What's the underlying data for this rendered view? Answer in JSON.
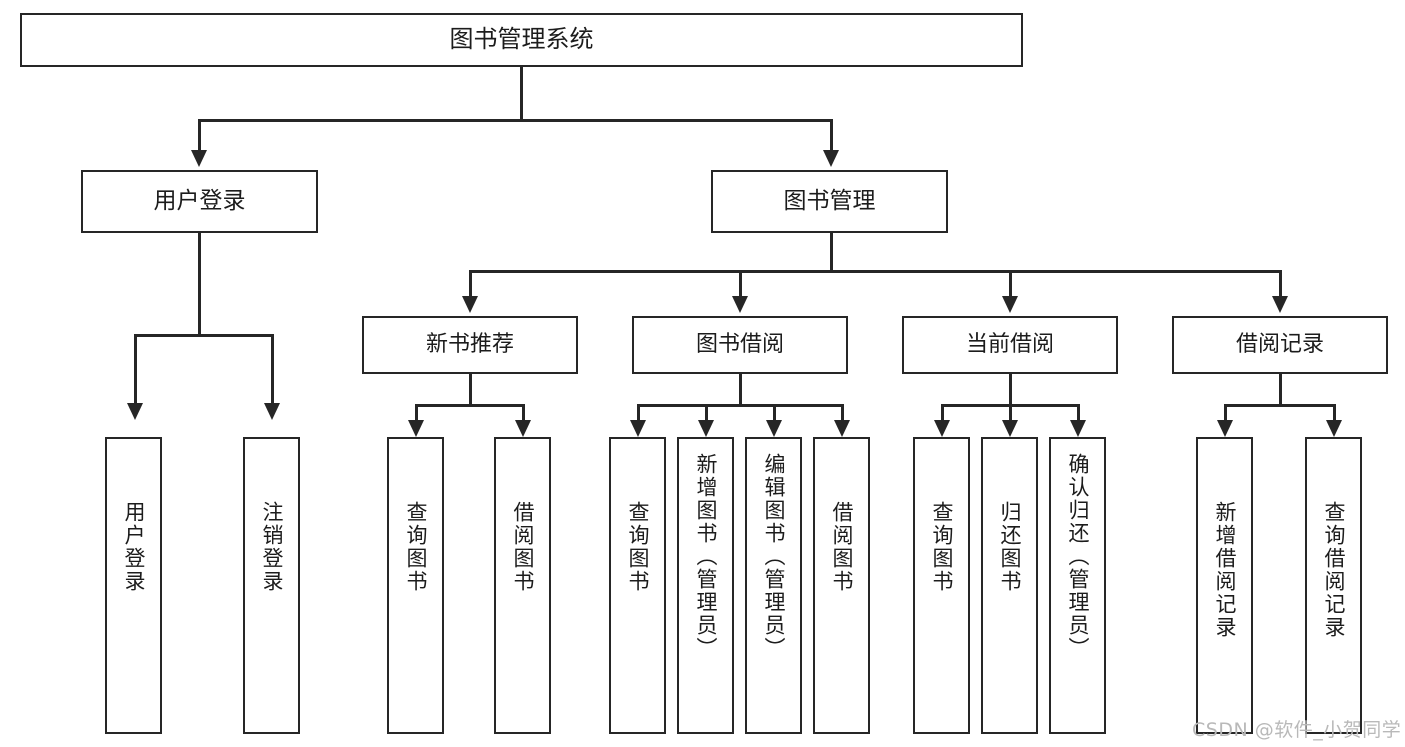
{
  "diagram": {
    "title": "图书管理系统",
    "root": {
      "label": "图书管理系统"
    },
    "tier1": [
      {
        "label": "用户登录"
      },
      {
        "label": "图书管理"
      }
    ],
    "tier2": [
      {
        "label": "新书推荐"
      },
      {
        "label": "图书借阅"
      },
      {
        "label": "当前借阅"
      },
      {
        "label": "借阅记录"
      }
    ],
    "leaves": {
      "user_login": [
        {
          "label": "用户登录"
        },
        {
          "label": "注销登录"
        }
      ],
      "new_book_recommend": [
        {
          "label": "查询图书"
        },
        {
          "label": "借阅图书"
        }
      ],
      "book_borrow": [
        {
          "label": "查询图书"
        },
        {
          "label": "新增图书（管理员）"
        },
        {
          "label": "编辑图书（管理员）"
        },
        {
          "label": "借阅图书"
        }
      ],
      "current_borrow": [
        {
          "label": "查询图书"
        },
        {
          "label": "归还图书"
        },
        {
          "label": "确认归还（管理员）"
        }
      ],
      "borrow_record": [
        {
          "label": "新增借阅记录"
        },
        {
          "label": "查询借阅记录"
        }
      ]
    }
  },
  "watermark": {
    "text": "CSDN @软件_小贺同学"
  },
  "colors": {
    "border": "#262626",
    "text": "#1c1c1c",
    "background": "#ffffff",
    "watermark": "#b9b9b9"
  }
}
